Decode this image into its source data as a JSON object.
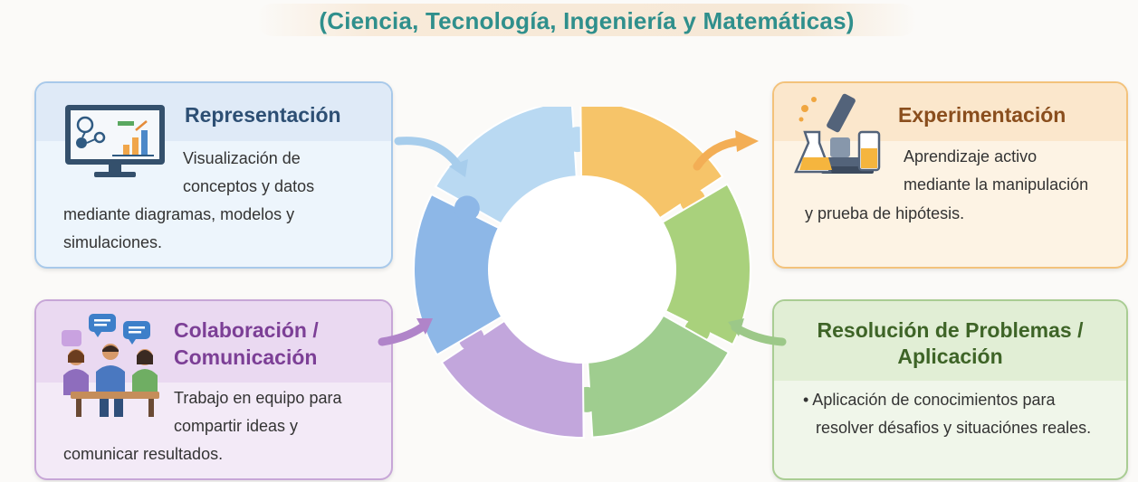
{
  "header": {
    "title": "(Ciencia, Tecnología, Ingeniería y Matemáticas)"
  },
  "cards": {
    "representacion": {
      "title": "Representación",
      "lines": [
        "Visualización de",
        "conceptos y datos",
        "mediante diagramas, modelos y",
        "simulaciones."
      ]
    },
    "experimentacion": {
      "title": "Experimentación",
      "lines": [
        "Aprendizaje activo",
        "mediante la manipulación",
        "y prueba de hipótesis."
      ]
    },
    "colaboracion": {
      "title_lines": [
        "Colaboración /",
        "Comunicación"
      ],
      "lines": [
        "Trabajo en equipo para",
        "compartir ideas y",
        "comunicar resultados."
      ]
    },
    "resolucion": {
      "title_lines": [
        "Resolución de Problemas /",
        "Aplicación"
      ],
      "lines": [
        "• Aplicación de conocimientos para",
        "resolver désafios y situaciónes reales."
      ]
    }
  },
  "cycle": {
    "segments": [
      {
        "name": "blue-light",
        "color": "#b9d9f2"
      },
      {
        "name": "orange",
        "color": "#f6c469"
      },
      {
        "name": "green-light",
        "color": "#a9d17c"
      },
      {
        "name": "green",
        "color": "#9fcd8f"
      },
      {
        "name": "purple",
        "color": "#c2a6dc"
      },
      {
        "name": "blue",
        "color": "#8db7e7"
      }
    ]
  },
  "colors": {
    "title": "#2f8f8c",
    "blue": "#2d4f74",
    "orange": "#8a4e1d",
    "purple": "#7c3f96",
    "green": "#3e6427"
  },
  "icons": [
    "monitor-chart-icon",
    "microscope-lab-icon",
    "team-chat-icon"
  ]
}
